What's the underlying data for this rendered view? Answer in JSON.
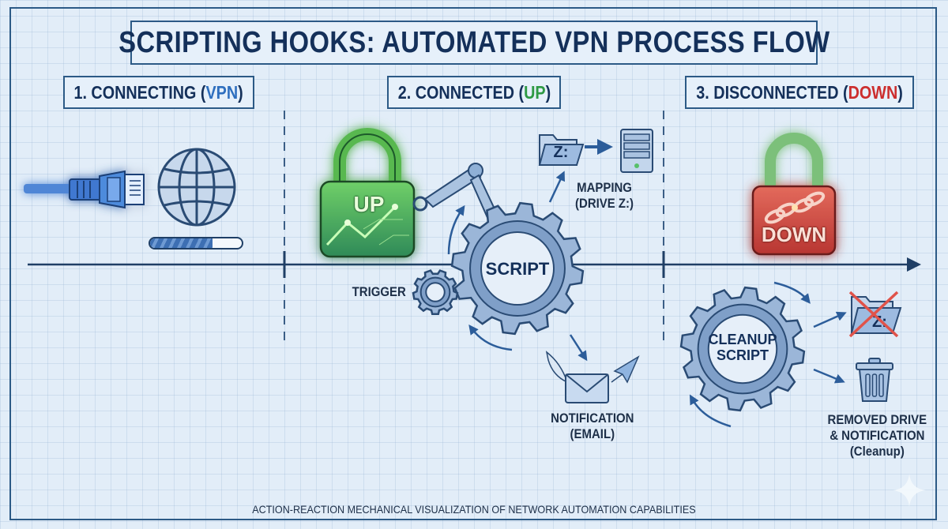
{
  "title": "SCRIPTING HOOKS: AUTOMATED VPN PROCESS FLOW",
  "phases": [
    {
      "prefix": "1. CONNECTING (",
      "highlight": "VPN",
      "suffix": ")",
      "highlight_color": "#2e6fbf"
    },
    {
      "prefix": "2. CONNECTED (",
      "highlight": "UP",
      "suffix": ")",
      "highlight_color": "#2e9a44"
    },
    {
      "prefix": "3. DISCONNECTED (",
      "highlight": "DOWN",
      "suffix": ")",
      "highlight_color": "#cc2e2e"
    }
  ],
  "connecting": {
    "icons": [
      "ethernet-cable-icon",
      "globe-icon"
    ],
    "progress_fraction": 0.68
  },
  "connected": {
    "lock_label": "UP",
    "script_label": "SCRIPT",
    "trigger_label": "TRIGGER",
    "drive_letter": "Z:",
    "mapping_label_line1": "MAPPING",
    "mapping_label_line2": "(DRIVE Z:)",
    "notification_line1": "NOTIFICATION",
    "notification_line2": "(EMAIL)"
  },
  "disconnected": {
    "lock_label": "DOWN",
    "cleanup_line1": "CLEANUP",
    "cleanup_line2": "SCRIPT",
    "drive_letter": "Z:",
    "removed_line1": "REMOVED DRIVE",
    "removed_line2": "& NOTIFICATION",
    "removed_line3": "(Cleanup)"
  },
  "footer": "ACTION-REACTION MECHANICAL VISUALIZATION OF NETWORK AUTOMATION CAPABILITIES",
  "colors": {
    "navy": "#14305a",
    "line": "#1f3f66",
    "steel": "#7d9cc2",
    "steel_light": "#b9cde4",
    "green": "#4bbf5a",
    "red": "#d0463f"
  }
}
